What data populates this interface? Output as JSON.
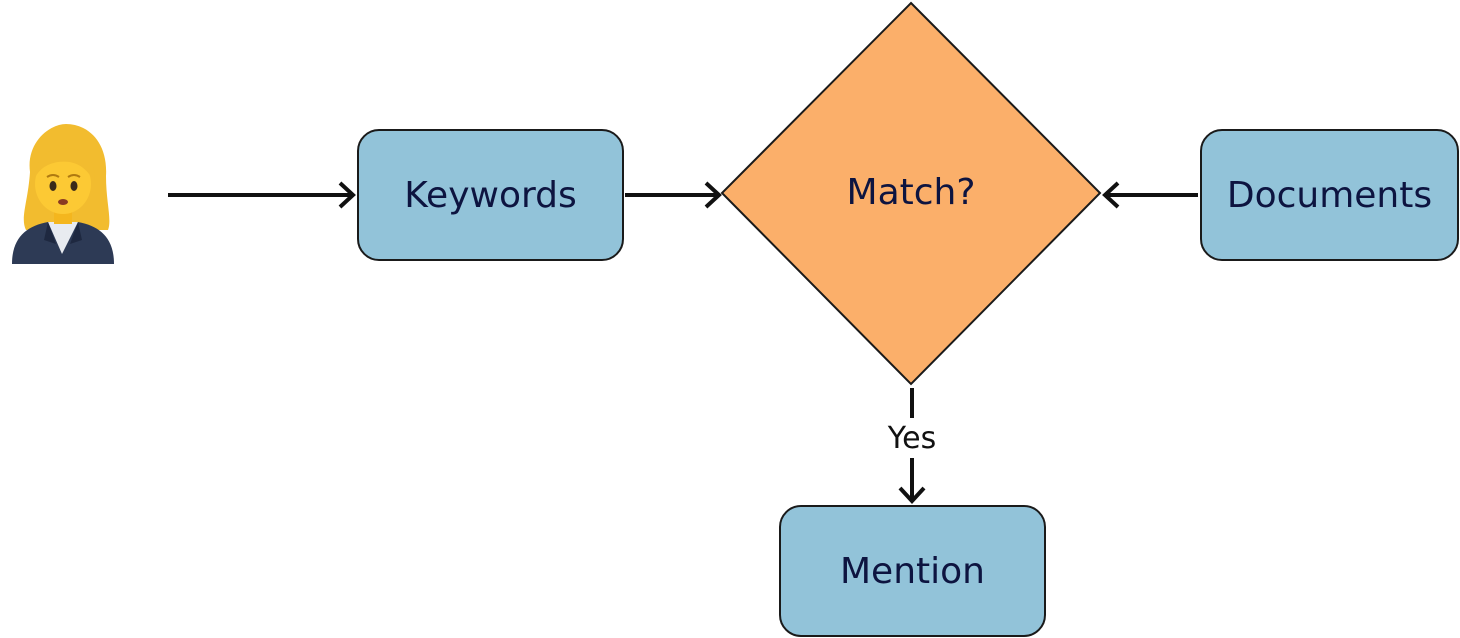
{
  "diagram": {
    "nodes": {
      "keywords": {
        "label": "Keywords"
      },
      "decision": {
        "label": "Match?"
      },
      "documents": {
        "label": "Documents"
      },
      "mention": {
        "label": "Mention"
      }
    },
    "edges": {
      "decision_to_mention": {
        "label": "Yes"
      }
    },
    "icons": {
      "user": "woman-user-icon"
    },
    "colors": {
      "process_fill": "#92c3d9",
      "decision_fill": "#fbaf6a",
      "node_border": "#1a1a1a",
      "node_text": "#0d1440",
      "arrow": "#111111"
    }
  }
}
